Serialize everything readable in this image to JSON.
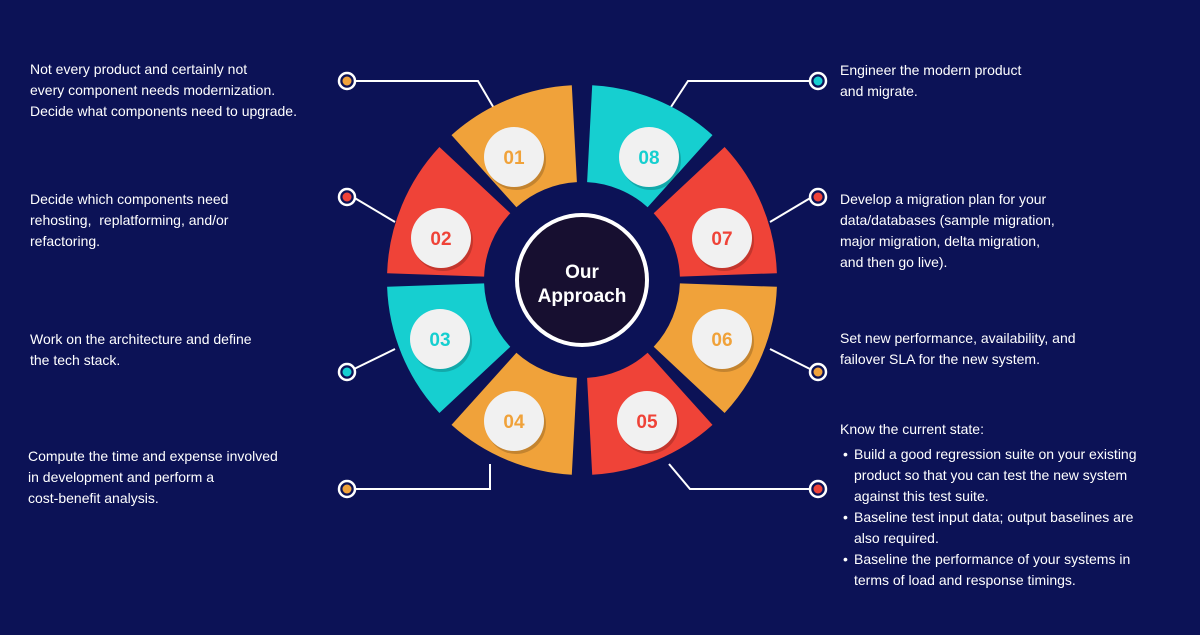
{
  "center": {
    "title_line1": "Our",
    "title_line2": "Approach"
  },
  "colors": {
    "background": "#0c1256",
    "orange": "#f0a23a",
    "red": "#ef4338",
    "teal": "#16cfd0",
    "center_fill": "#170f30",
    "badge_fill": "#f1f1f1"
  },
  "steps": [
    {
      "number": "01",
      "color": "orange",
      "lines": [
        "Not every product and certainly not",
        "every component needs modernization.",
        "Decide what components need to upgrade."
      ]
    },
    {
      "number": "02",
      "color": "red",
      "lines": [
        "Decide which components need",
        "rehosting,  replatforming, and/or",
        "refactoring."
      ]
    },
    {
      "number": "03",
      "color": "teal",
      "lines": [
        "Work on the architecture and define",
        "the tech stack."
      ]
    },
    {
      "number": "04",
      "color": "orange",
      "lines": [
        "Compute the time and expense involved",
        "in development and perform a",
        "cost-benefit analysis."
      ]
    },
    {
      "number": "05",
      "color": "red",
      "heading": "Know the current state:",
      "bullets": [
        [
          "Build a good regression suite on your existing",
          "product so that you can test the new system",
          "against this test suite."
        ],
        [
          "Baseline test input data; output baselines are",
          "also required."
        ],
        [
          "Baseline the performance of your systems in",
          "terms of load and response timings."
        ]
      ]
    },
    {
      "number": "06",
      "color": "orange",
      "lines": [
        "Set new performance, availability, and",
        "failover SLA for the new system."
      ]
    },
    {
      "number": "07",
      "color": "red",
      "lines": [
        "Develop a migration plan for your",
        "data/databases (sample migration,",
        "major migration, delta migration,",
        "and then go live)."
      ]
    },
    {
      "number": "08",
      "color": "teal",
      "lines": [
        "Engineer the modern product",
        "and migrate."
      ]
    }
  ]
}
